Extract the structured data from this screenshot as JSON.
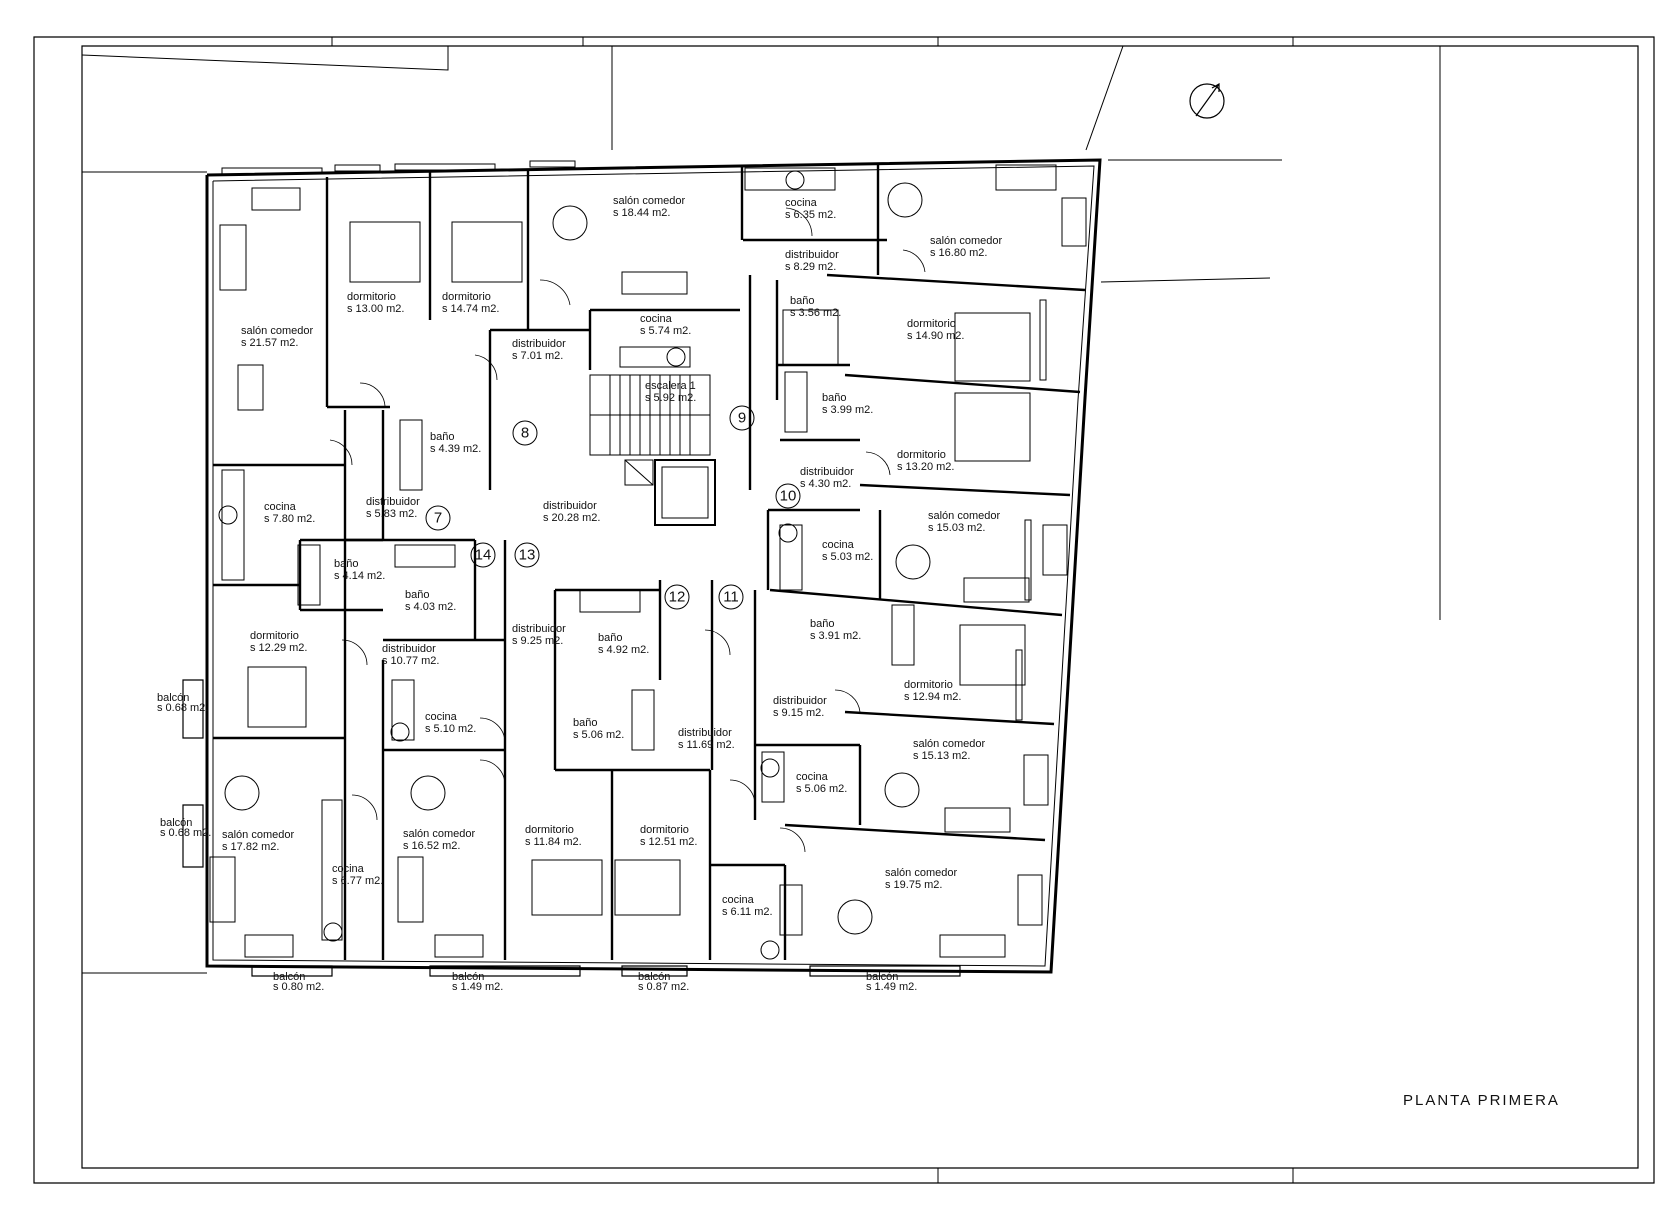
{
  "plan_title": "PLANTA PRIMERA",
  "north_symbol": "north-arrow-icon",
  "rooms": [
    {
      "name": "salón comedor",
      "area": "s 21.57 m2."
    },
    {
      "name": "dormitorio",
      "area": "s 13.00 m2."
    },
    {
      "name": "dormitorio",
      "area": "s 14.74 m2."
    },
    {
      "name": "salón comedor",
      "area": "s 18.44 m2."
    },
    {
      "name": "cocina",
      "area": "s 6.35 m2."
    },
    {
      "name": "salón comedor",
      "area": "s 16.80 m2."
    },
    {
      "name": "distribuidor",
      "area": "s 8.29 m2."
    },
    {
      "name": "baño",
      "area": "s 3.56 m2."
    },
    {
      "name": "cocina",
      "area": "s 5.74 m2."
    },
    {
      "name": "distribuidor",
      "area": "s 7.01 m2."
    },
    {
      "name": "dormitorio",
      "area": "s 14.90 m2."
    },
    {
      "name": "escalera 1",
      "area": "s 5.92 m2."
    },
    {
      "name": "baño",
      "area": "s 3.99 m2."
    },
    {
      "name": "baño",
      "area": "s 4.39 m2."
    },
    {
      "name": "dormitorio",
      "area": "s 13.20 m2."
    },
    {
      "name": "distribuidor",
      "area": "s 4.30 m2."
    },
    {
      "name": "cocina",
      "area": "s 7.80 m2."
    },
    {
      "name": "distribuidor",
      "area": "s 5.83 m2."
    },
    {
      "name": "distribuidor",
      "area": "s 20.28 m2."
    },
    {
      "name": "salón comedor",
      "area": "s 15.03 m2."
    },
    {
      "name": "cocina",
      "area": "s 5.03 m2."
    },
    {
      "name": "baño",
      "area": "s 4.14 m2."
    },
    {
      "name": "baño",
      "area": "s 4.03 m2."
    },
    {
      "name": "baño",
      "area": "s 3.91 m2."
    },
    {
      "name": "dormitorio",
      "area": "s 12.29 m2."
    },
    {
      "name": "distribuidor",
      "area": "s 10.77 m2."
    },
    {
      "name": "distribuidor",
      "area": "s 9.25 m2."
    },
    {
      "name": "baño",
      "area": "s 4.92 m2."
    },
    {
      "name": "dormitorio",
      "area": "s 12.94 m2."
    },
    {
      "name": "distribuidor",
      "area": "s 9.15 m2."
    },
    {
      "name": "cocina",
      "area": "s 5.10 m2."
    },
    {
      "name": "baño",
      "area": "s 5.06 m2."
    },
    {
      "name": "distribuidor",
      "area": "s 11.69 m2."
    },
    {
      "name": "salón comedor",
      "area": "s 15.13 m2."
    },
    {
      "name": "cocina",
      "area": "s 5.06 m2."
    },
    {
      "name": "salón comedor",
      "area": "s 17.82 m2."
    },
    {
      "name": "salón comedor",
      "area": "s 16.52 m2."
    },
    {
      "name": "dormitorio",
      "area": "s 11.84 m2."
    },
    {
      "name": "dormitorio",
      "area": "s 12.51 m2."
    },
    {
      "name": "cocina",
      "area": "s 6.77 m2."
    },
    {
      "name": "salón comedor",
      "area": "s 19.75 m2."
    },
    {
      "name": "cocina",
      "area": "s 6.11 m2."
    },
    {
      "name": "balcón",
      "area": "s 0.68 m2."
    },
    {
      "name": "balcón",
      "area": "s 0.68 m2."
    },
    {
      "name": "balcón",
      "area": "s 0.80 m2."
    },
    {
      "name": "balcón",
      "area": "s 1.49 m2."
    },
    {
      "name": "balcón",
      "area": "s 0.87 m2."
    },
    {
      "name": "balcón",
      "area": "s 1.49 m2."
    }
  ],
  "door_markers": [
    "7",
    "8",
    "9",
    "10",
    "11",
    "12",
    "13",
    "14"
  ]
}
